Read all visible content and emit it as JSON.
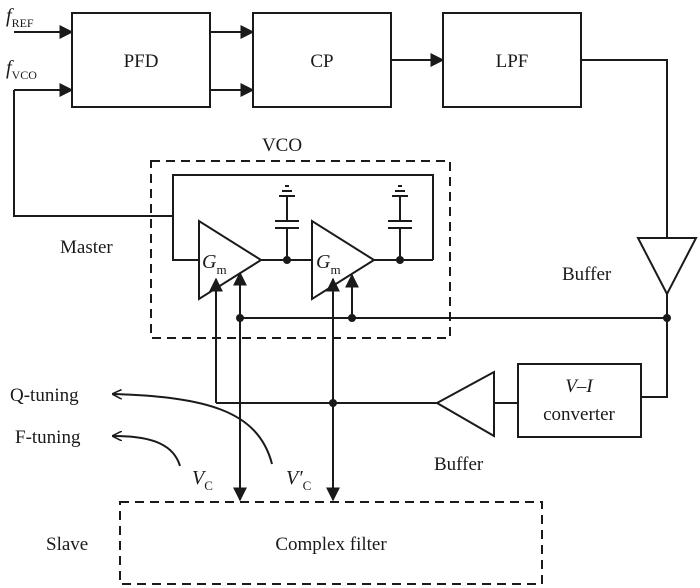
{
  "signals": {
    "f_ref": {
      "base": "f",
      "sub": "REF"
    },
    "f_vco": {
      "base": "f",
      "sub": "VCO"
    }
  },
  "blocks": {
    "pfd": "PFD",
    "cp": "CP",
    "lpf": "LPF",
    "vi_line1": "V–I",
    "vi_line2": "converter",
    "complex_filter": "Complex filter"
  },
  "groups": {
    "vco": "VCO",
    "master": "Master",
    "slave": "Slave"
  },
  "buffers": {
    "right": "Buffer",
    "lower": "Buffer"
  },
  "amplifiers": {
    "gm": {
      "base": "G",
      "sub": "m"
    }
  },
  "controls": {
    "vc": {
      "base": "V",
      "sub": "C"
    },
    "vc_prime": {
      "base": "V′",
      "sub": "C"
    }
  },
  "tuning": {
    "q": "Q-tuning",
    "f": "F-tuning"
  }
}
